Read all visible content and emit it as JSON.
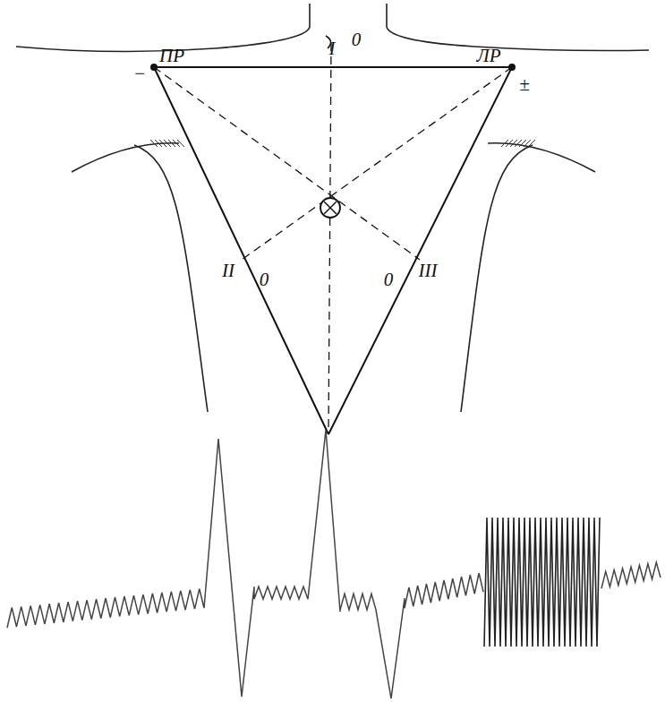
{
  "diagram": {
    "labels": [
      "−",
      "ПР",
      "I",
      "ЛР",
      "±",
      "0",
      "II",
      "0",
      "0",
      "III"
    ]
  }
}
